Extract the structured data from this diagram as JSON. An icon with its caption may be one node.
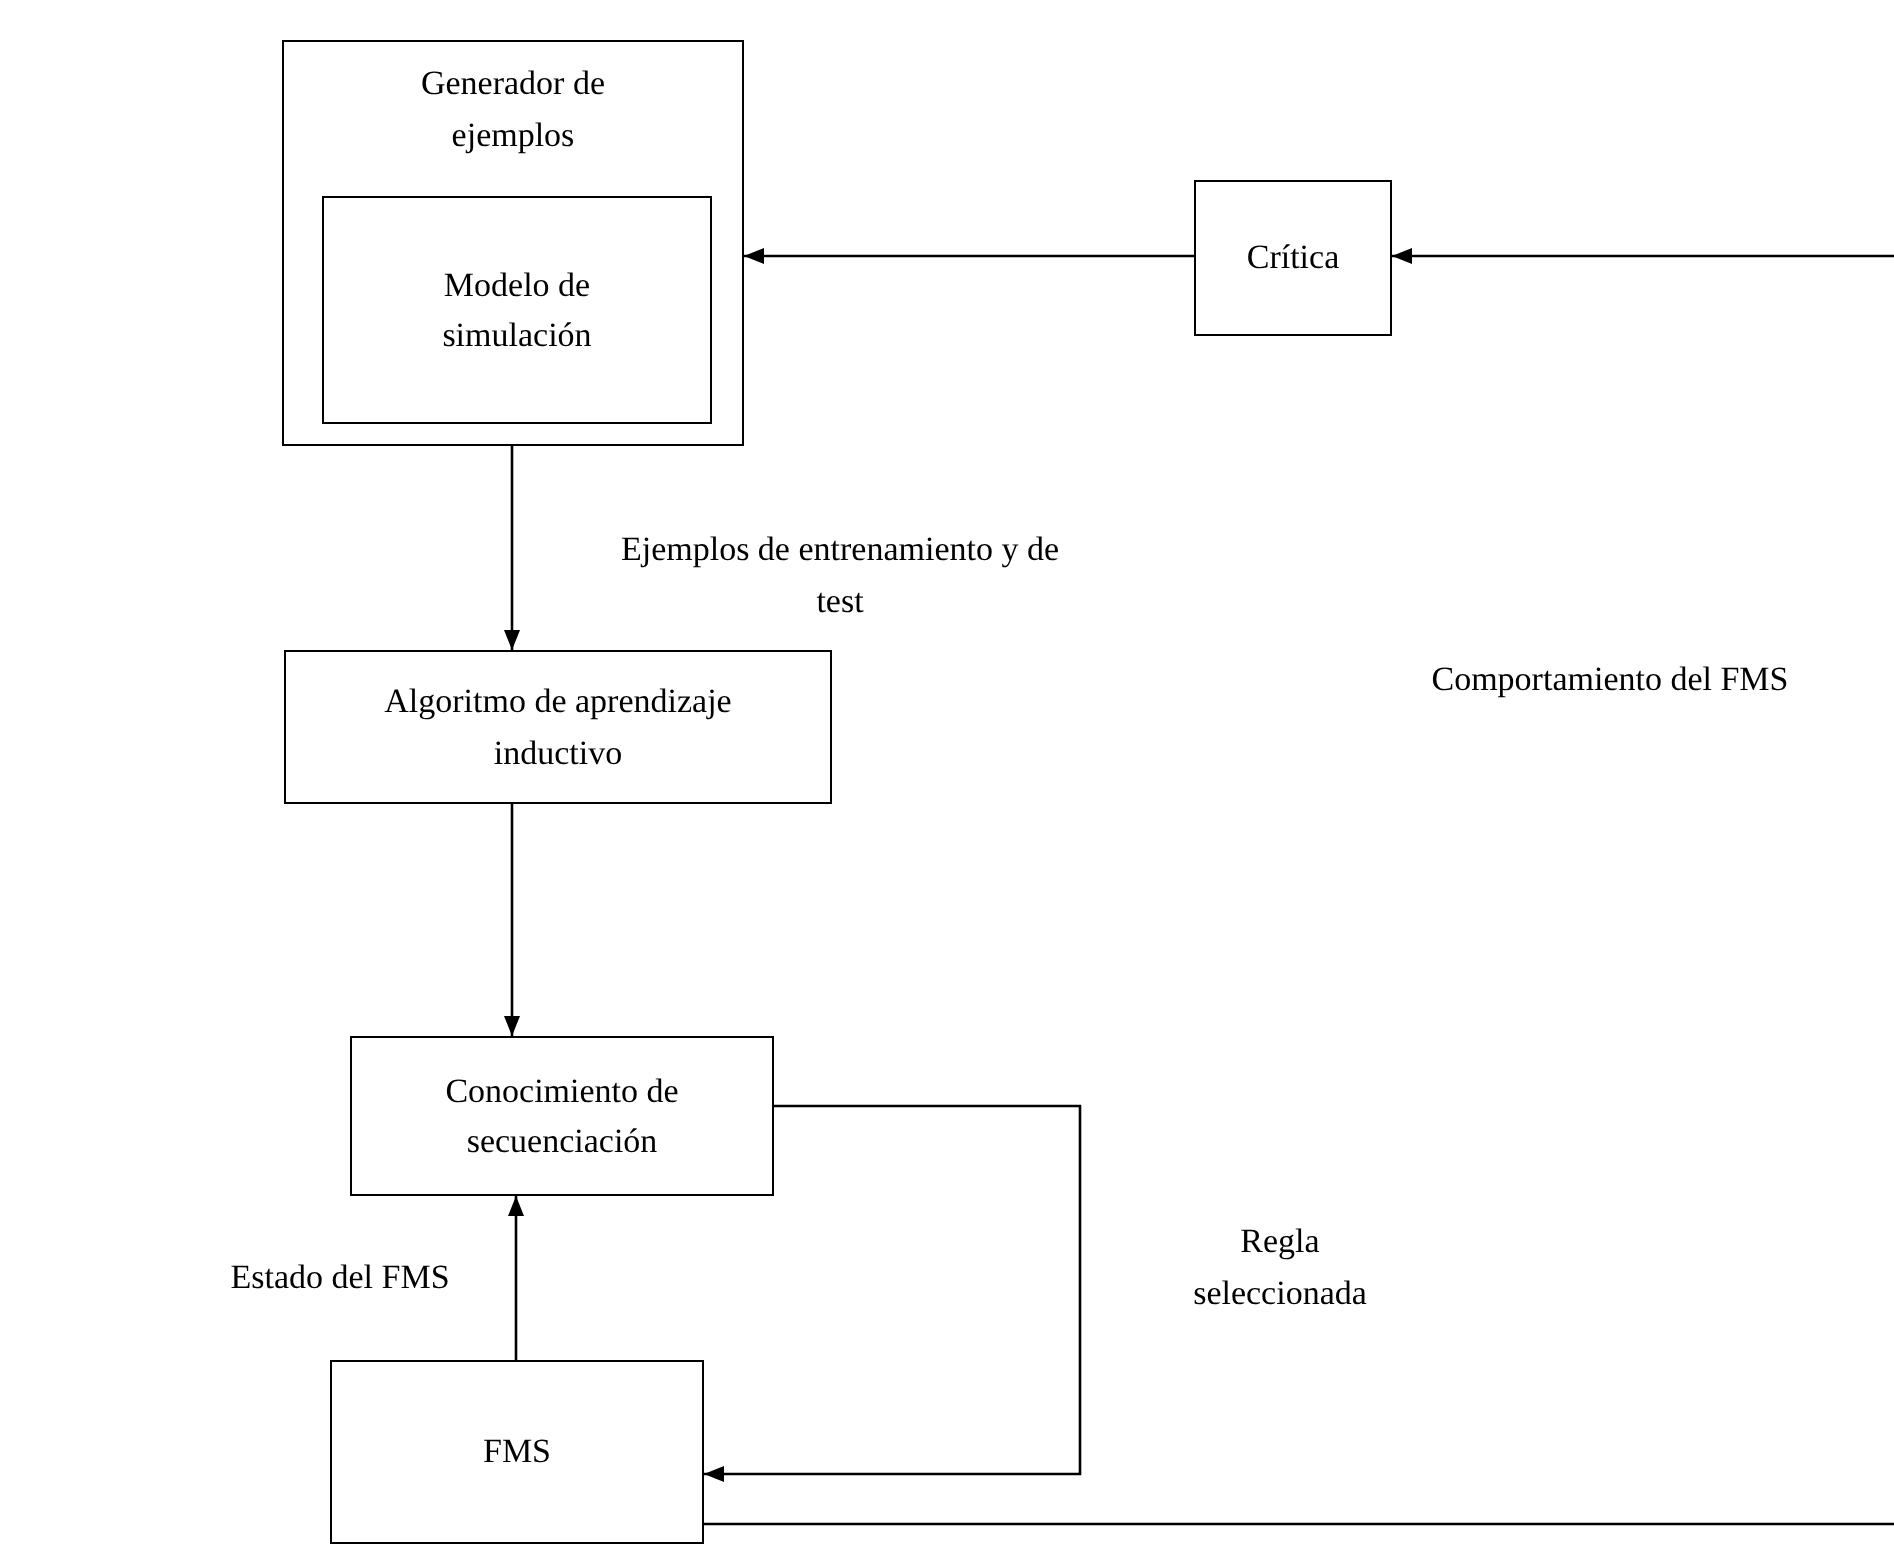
{
  "diagram": {
    "nodes": [
      {
        "text": [
          "Generador de ejemplos"
        ]
      },
      {
        "text": [
          "Modelo de simulación"
        ],
        "in": 0
      },
      {
        "text": [
          "Crítica"
        ]
      },
      {
        "text": [
          "Algoritmo de aprendizaje inductivo"
        ]
      },
      {
        "text": [
          "Conocimiento de secuenciación"
        ]
      },
      {
        "text": [
          "FMS"
        ]
      }
    ],
    "edges": [
      {
        "from": null,
        "to": 2,
        "arrow": "to"
      },
      {
        "from": 2,
        "to": 0,
        "arrow": "to"
      },
      {
        "from": 0,
        "to": 3,
        "arrow": "to",
        "label": "Ejemplos de entrenamiento y de test"
      },
      {
        "from": 3,
        "to": 4,
        "arrow": "to"
      },
      {
        "from": 5,
        "to": 4,
        "arrow": "to",
        "label": "Estado del FMS"
      },
      {
        "from": 4,
        "to": 5,
        "arrow": "to",
        "label": "Regla seleccionada"
      },
      {
        "from": 5,
        "to": null,
        "arrow": "none"
      }
    ],
    "labels": [
      "Comportamiento del FMS"
    ]
  }
}
